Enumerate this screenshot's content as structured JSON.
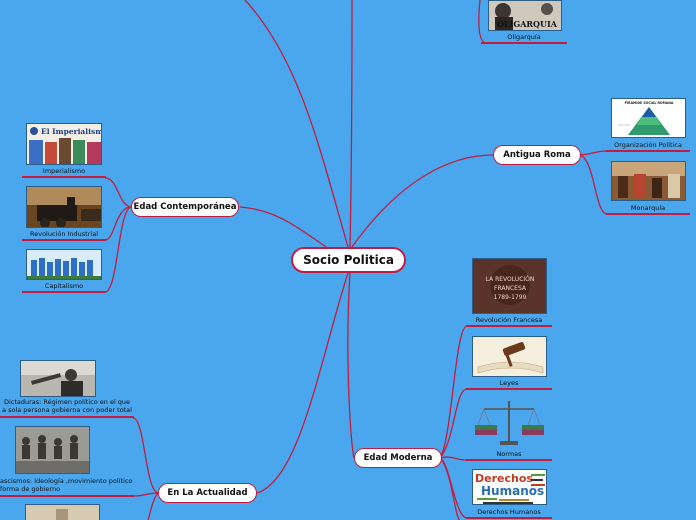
{
  "central": {
    "label": "Socio Politica"
  },
  "branches": {
    "contemporanea": {
      "label": "Edad Contemporánea"
    },
    "antigua_roma": {
      "label": "Antigua Roma"
    },
    "moderna": {
      "label": "Edad Moderna"
    },
    "actualidad": {
      "label": "En La Actualidad"
    }
  },
  "leaves": {
    "oligarquia": {
      "label": "Oligarquía",
      "image_text": "OLIGARQUIA"
    },
    "imperialismo": {
      "label": "Imperialismo",
      "image_text": "El Imperialismo"
    },
    "revolucion_industrial": {
      "label": "Revolución Industrial"
    },
    "capitalismo": {
      "label": "Capitalismo"
    },
    "organizacion_politica": {
      "label": "Organización Política",
      "image_text": "PIRÁMIDE SOCIAL ROMANA"
    },
    "monarquia": {
      "label": "Monarquía"
    },
    "revolucion_francesa": {
      "label": "Revolución Francesa",
      "image_text_1": "LA REVOLUCIÓN",
      "image_text_2": "FRANCESA",
      "image_text_3": "1789-1799"
    },
    "leyes": {
      "label": "Leyes"
    },
    "normas": {
      "label": "Normas"
    },
    "derechos_humanos": {
      "label": "Derechos Humanos",
      "image_text_1": "Derechos",
      "image_text_2": "Humanos"
    },
    "dictaduras": {
      "label_line1": "Dictaduras: Régimen político en el que",
      "label_line2": "a sola persona gobierna con poder total"
    },
    "fascismos": {
      "label_line1": "ascismos: Ideología ,movimiento político",
      "label_line2": "forma de gobierno"
    }
  },
  "colors": {
    "background": "#4aa7ee",
    "line": "#c21d3f",
    "node_fill": "#ffffff"
  }
}
